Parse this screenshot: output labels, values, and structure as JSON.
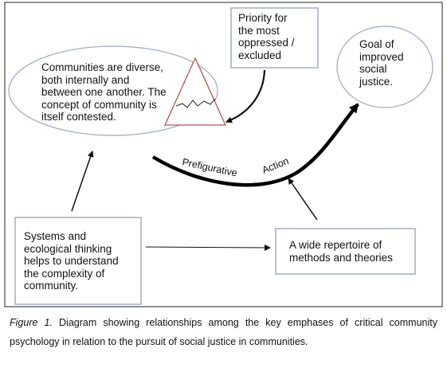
{
  "figure": {
    "communities_text": "Communities are diverse,\nboth internally and\nbetween one another.  The\nconcept of  community is\nitself contested.",
    "priority_text": "Priority for\nthe most\noppressed /\nexcluded",
    "goal_text": "Goal of\nimproved\nsocial\njustice.",
    "systems_text": "Systems and\necological thinking\nhelps to understand\nthe complexity of\ncommunity.",
    "methods_text": "A wide repertoire of\nmethods and theories",
    "arc_label_1": "Prefigurative",
    "arc_label_2": "Action"
  },
  "caption": {
    "figure_label": "Figure  1.",
    "text": " Diagram  showing  relationships  among  the  key  emphases  of  critical community psychology in relation to the pursuit of social justice in communities."
  },
  "colors": {
    "ellipse_stroke": "#9aa8c8",
    "box_stroke": "#8899bb",
    "triangle_stroke": "#c0504d",
    "frame_stroke": "#222222"
  }
}
